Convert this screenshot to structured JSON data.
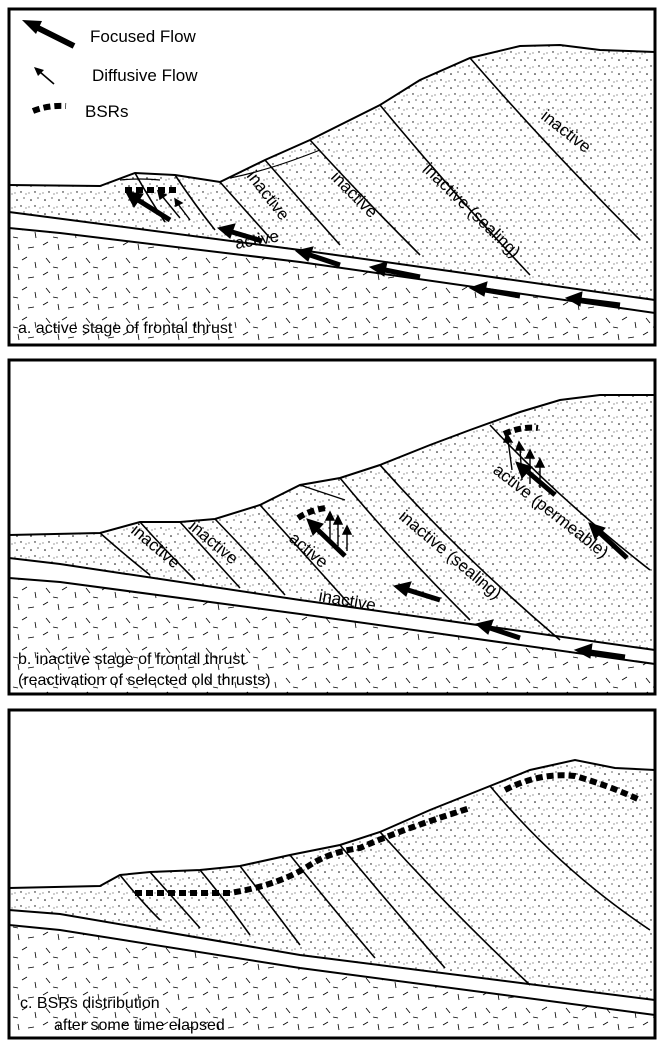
{
  "legend": {
    "focused_flow": "Focused Flow",
    "diffusive_flow": "Diffusive Flow",
    "bsrs": "BSRs"
  },
  "panel_a": {
    "caption": "a. active stage of frontal thrust",
    "labels": {
      "inactive_1": "inactive",
      "inactive_2": "inactive",
      "inactive_sealing": "inactive (sealing)",
      "inactive_top": "inactive",
      "active": "active"
    }
  },
  "panel_b": {
    "caption_line1": "b. inactive stage of frontal thrust",
    "caption_line2": "(reactivation of selected old thrusts)",
    "labels": {
      "inactive_1": "inactive",
      "inactive_2": "inactive",
      "active": "active",
      "inactive_sealing": "inactive (sealing)",
      "active_permeable": "active (permeable)",
      "inactive_decollement": "inactive"
    }
  },
  "panel_c": {
    "caption_line1": "c. BSRs distribution",
    "caption_line2": "after some time elapsed"
  }
}
